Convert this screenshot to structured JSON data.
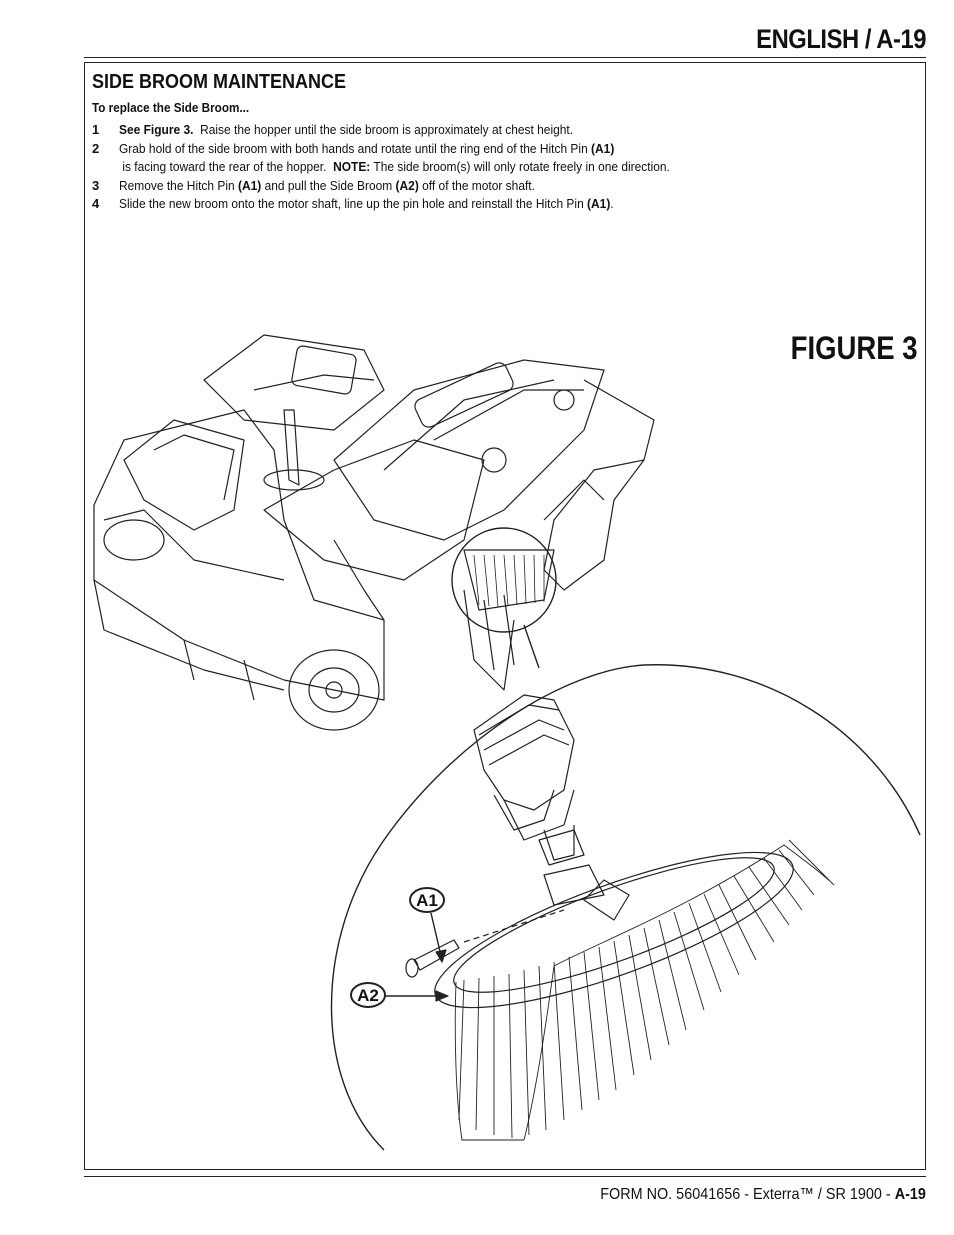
{
  "header": {
    "title": "ENGLISH / A-19"
  },
  "section": {
    "title": "SIDE BROOM MAINTENANCE",
    "subhead": "To replace the Side Broom..."
  },
  "steps": [
    {
      "num": "1",
      "lead": "See Figure 3.",
      "text": "  Raise the hopper until the side broom is approximately at chest height."
    },
    {
      "num": "2",
      "t1": "Grab hold of the side broom with both hands and rotate until the ring end of the Hitch Pin ",
      "b1": "(A1)",
      "t2": " is facing toward the rear of the hopper.  ",
      "b2": "NOTE:",
      "t3": " The side broom(s) will only rotate freely in one direction."
    },
    {
      "num": "3",
      "t1": "Remove the Hitch Pin ",
      "b1": "(A1)",
      "t2": " and pull the Side Broom ",
      "b2": "(A2)",
      "t3": " off of the motor shaft."
    },
    {
      "num": "4",
      "t1": "Slide the new broom onto the motor shaft, line up the pin hole and reinstall the Hitch Pin ",
      "b1": "(A1)",
      "t2": "."
    }
  ],
  "figure": {
    "title": "FIGURE 3",
    "callouts": {
      "a1": "A1",
      "a2": "A2"
    }
  },
  "footer": {
    "text": "FORM NO. 56041656 - Exterra™ / SR 1900 - ",
    "page": "A-19"
  }
}
